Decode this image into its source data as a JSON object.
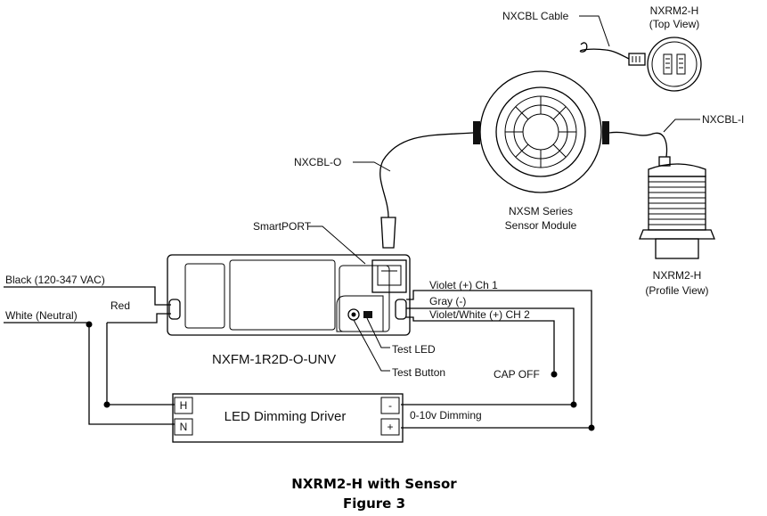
{
  "labels": {
    "nxcbl_cable": "NXCBL Cable",
    "nxrm2h_top": "NXRM2-H",
    "top_view": "(Top View)",
    "nxcbl_i": "NXCBL-I",
    "nxcbl_o": "NXCBL-O",
    "nxsm_series": "NXSM Series",
    "sensor_module": "Sensor Module",
    "smartport": "SmartPORT",
    "nxrm2h_profile": "NXRM2-H",
    "profile_view": "(Profile View)",
    "black": "Black (120-347 VAC)",
    "white": "White (Neutral)",
    "red": "Red",
    "violet": "Violet (+) Ch 1",
    "gray": "Gray (-)",
    "violet_white": "Violet/White (+)  CH 2",
    "test_led": "Test LED",
    "test_button": "Test Button",
    "cap_off": "CAP OFF",
    "model": "NXFM-1R2D-O-UNV",
    "driver": "LED Dimming Driver",
    "term_h": "H",
    "term_n": "N",
    "term_minus": "-",
    "term_plus": "+",
    "dimming": "0-10v Dimming"
  },
  "caption": {
    "title": "NXRM2-H with Sensor",
    "figure": "Figure 3"
  }
}
